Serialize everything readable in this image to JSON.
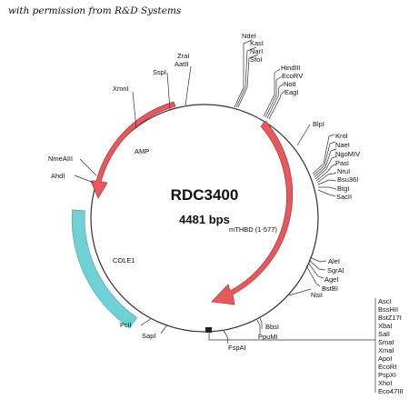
{
  "credit": "with permission from R&D Systems",
  "plasmid": {
    "name": "RDC3400",
    "size": "4481 bps"
  },
  "features": [
    {
      "label": "mTHBD (1-577)",
      "type": "insert",
      "color": "#e8585c",
      "direction": "clockwise"
    },
    {
      "label": "AMP",
      "type": "resistance",
      "color": "#e8585c",
      "direction": "counterclockwise"
    },
    {
      "label": "COLE1",
      "type": "origin",
      "color": "#6fd1d3"
    }
  ],
  "sites": {
    "top": [
      "ZraI",
      "AatII",
      "SspI",
      "XmnI",
      "NdeI",
      "KasI",
      "NarI",
      "SfoI",
      "HindIII",
      "EcoRV",
      "NotI",
      "EagI"
    ],
    "right": [
      "BlpI",
      "KroI",
      "NaeI",
      "NgoMIV",
      "PasI",
      "NruI",
      "Bsu36I",
      "BtgI",
      "SacII"
    ],
    "lower_right": [
      "AleI",
      "SgrAI",
      "AgeI",
      "BstBI",
      "NsiI",
      "BbsI",
      "PpuMI",
      "FspAI"
    ],
    "left": [
      "NmeAIII",
      "AhdI",
      "PciI",
      "SapI"
    ],
    "mcs": [
      "AscI",
      "BssHII",
      "BstZ17I",
      "XbaI",
      "SalI",
      "SmaI",
      "XmaI",
      "ApoI",
      "EcoRI",
      "PspXI",
      "XhoI",
      "Eco47III"
    ]
  }
}
